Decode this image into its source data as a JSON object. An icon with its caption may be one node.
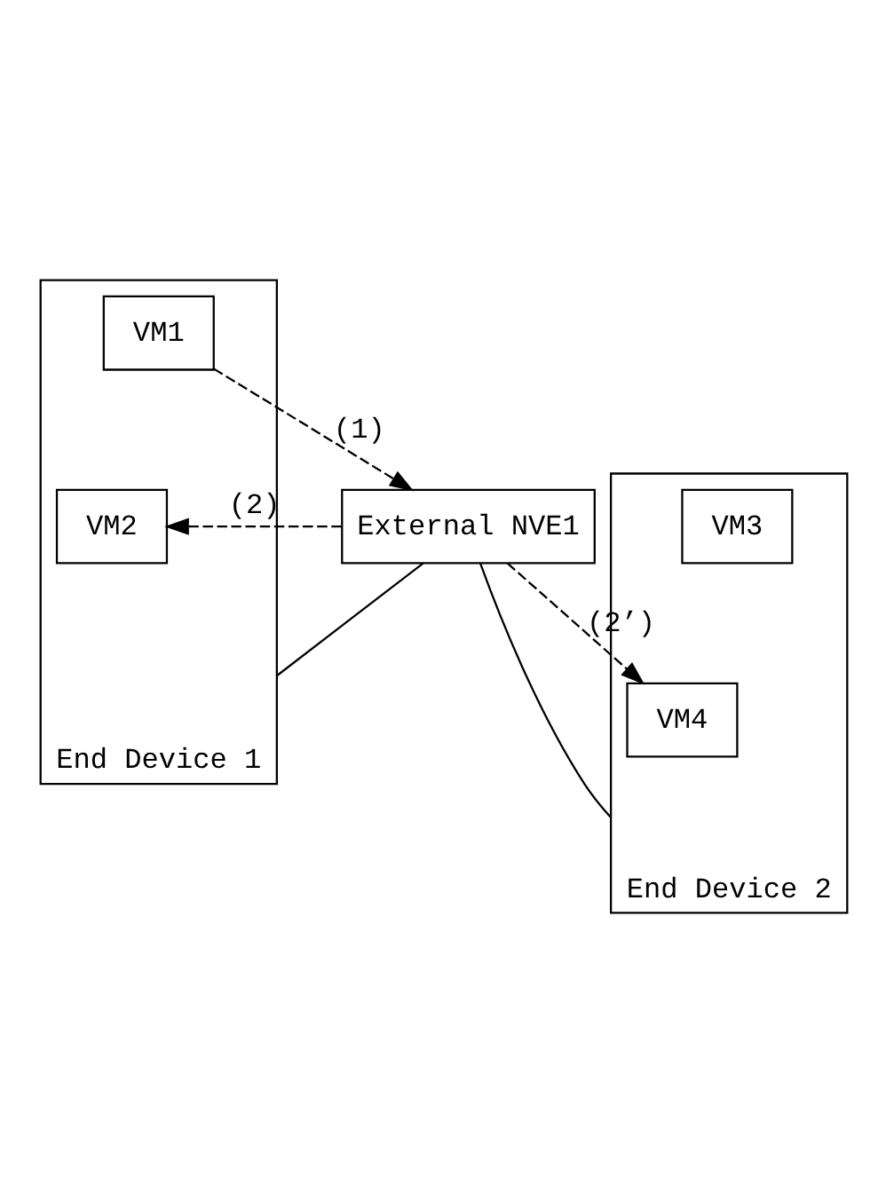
{
  "diagram": {
    "nodes": [
      {
        "text": [
          "End Device 1"
        ]
      },
      {
        "text": [
          "VM1"
        ],
        "in": 0
      },
      {
        "text": [
          "VM2"
        ],
        "in": 0
      },
      {
        "text": [
          "External NVE1"
        ]
      },
      {
        "text": [
          "End Device 2"
        ]
      },
      {
        "text": [
          "VM3"
        ],
        "in": 4
      },
      {
        "text": [
          "VM4"
        ],
        "in": 4
      }
    ],
    "edges": [
      {
        "from": 0,
        "to": 3,
        "arrow": "none"
      },
      {
        "from": 1,
        "to": 3,
        "arrow": "to",
        "label": "(1)",
        "style": "dashed"
      },
      {
        "from": 3,
        "to": 2,
        "arrow": "to",
        "label": "(2)",
        "style": "dashed"
      },
      {
        "from": 3,
        "to": 4,
        "arrow": "none"
      },
      {
        "from": 3,
        "to": 6,
        "arrow": "to",
        "label": "(2’)",
        "style": "dashed"
      }
    ]
  }
}
